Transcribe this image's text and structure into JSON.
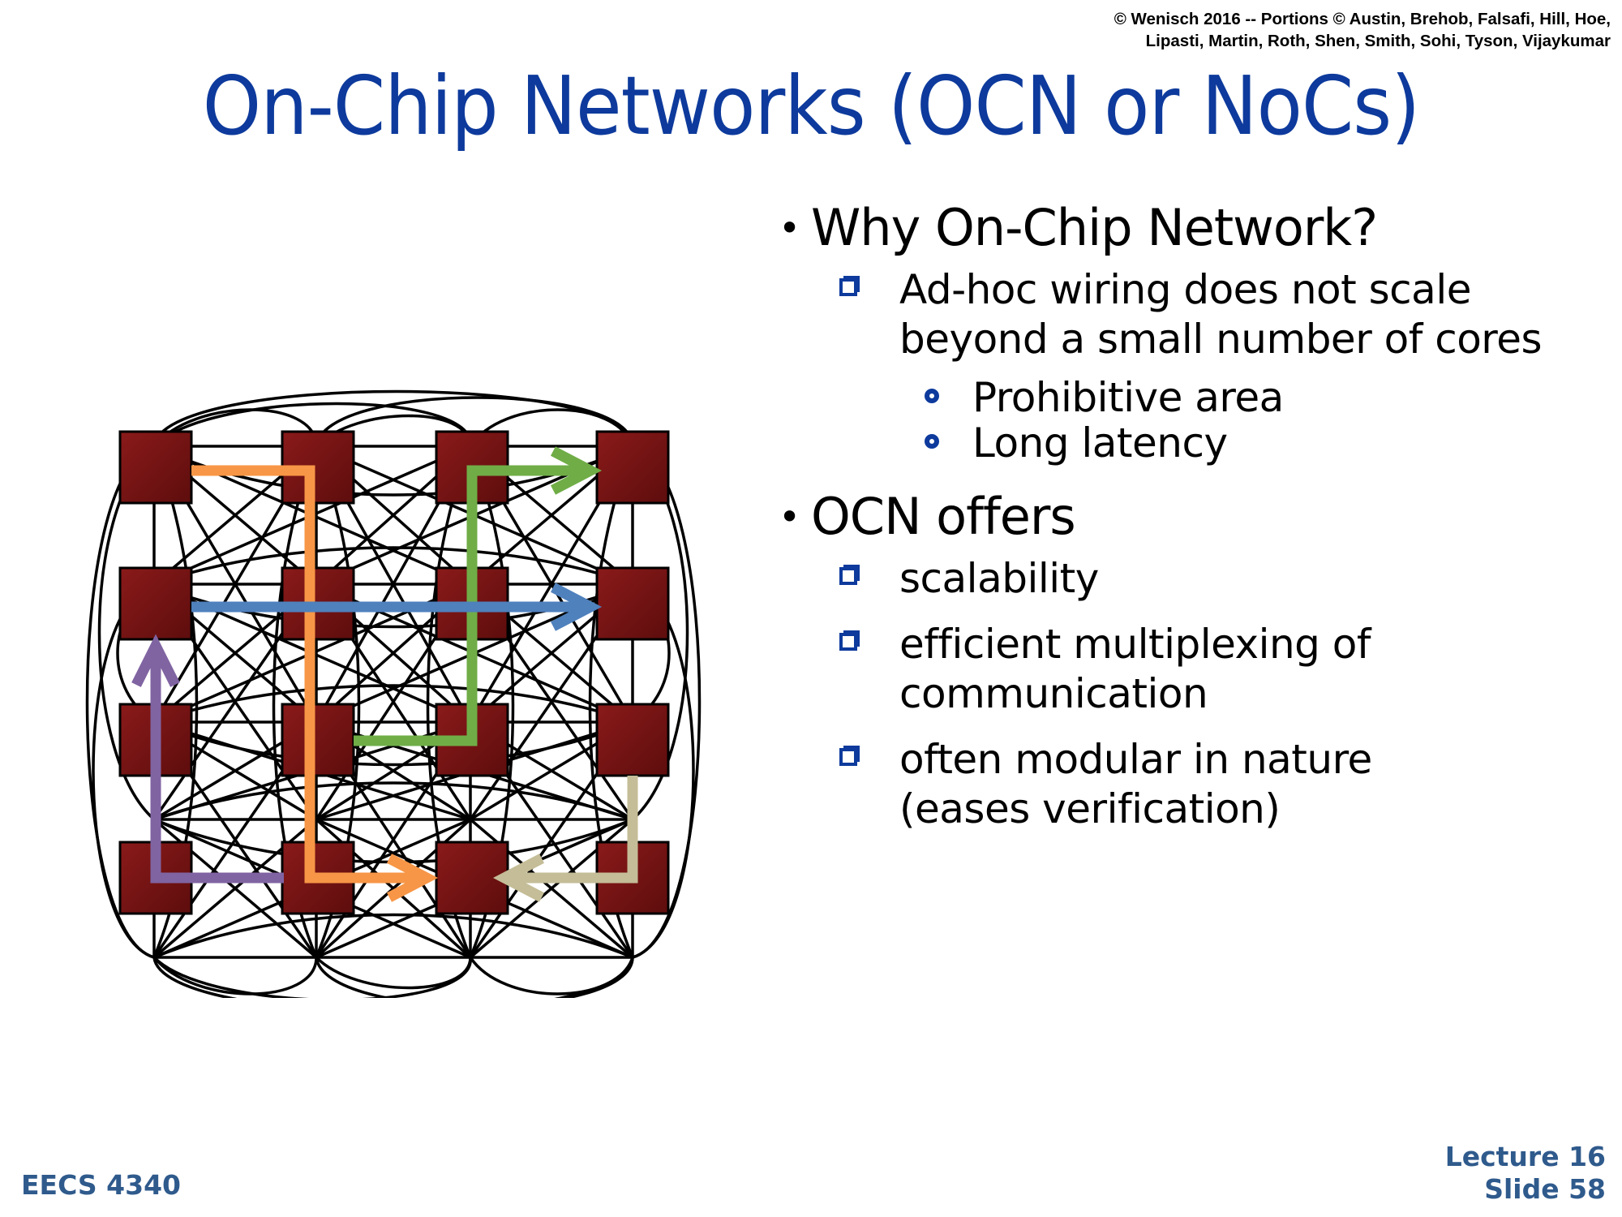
{
  "header": {
    "copyright_line1": "© Wenisch 2016 -- Portions © Austin, Brehob, Falsafi, Hill, Hoe,",
    "copyright_line2": "Lipasti, Martin, Roth, Shen, Smith, Sohi, Tyson, Vijaykumar"
  },
  "slide": {
    "title": "On-Chip Networks (OCN or NoCs)"
  },
  "bullets": {
    "why": {
      "label": "Why On-Chip Network?",
      "sub1_line1": "Ad-hoc wiring does not scale",
      "sub1_line2": "beyond a small number of cores",
      "subsub1": "Prohibitive area",
      "subsub2": "Long latency"
    },
    "offers": {
      "label": "OCN offers",
      "item1": "scalability",
      "item2_line1": "efficient multiplexing of",
      "item2_line2": "communication",
      "item3_line1": "often modular in nature",
      "item3_line2": "(eases verification)"
    }
  },
  "colors": {
    "title": "#0d3a9c",
    "node_fill": "#7b1414",
    "orange_path": "#f79646",
    "green_path": "#70ad47",
    "blue_path": "#4f81bd",
    "purple_path": "#8064a2",
    "tan_path": "#c4bd97",
    "footer": "#2f5a8c"
  },
  "footer": {
    "course": "EECS 4340",
    "lecture": "Lecture 16",
    "slide": "Slide 58"
  }
}
